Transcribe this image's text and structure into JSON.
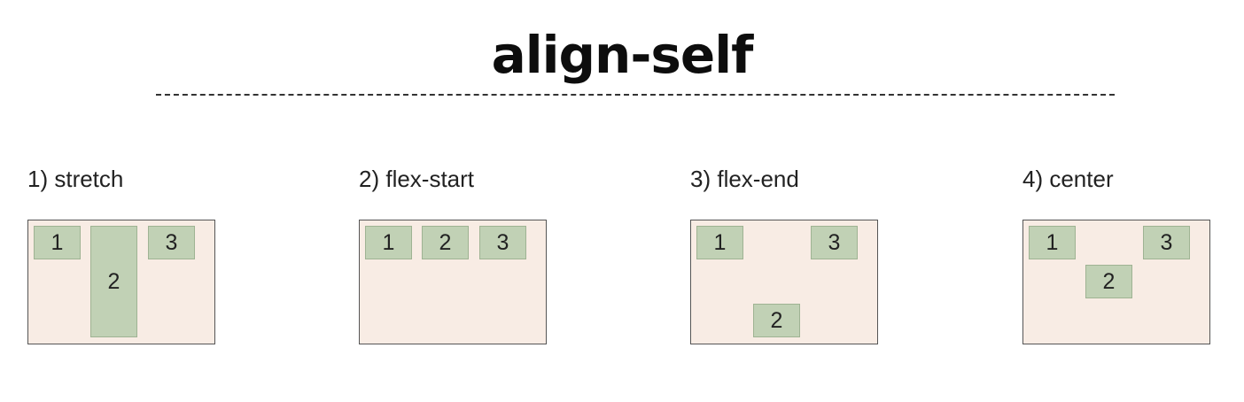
{
  "title": "align-self",
  "cases": [
    {
      "label": "1) stretch",
      "items": [
        {
          "text": "1",
          "align": "flex-start"
        },
        {
          "text": "2",
          "align": "stretch"
        },
        {
          "text": "3",
          "align": "flex-start"
        }
      ]
    },
    {
      "label": "2) flex-start",
      "items": [
        {
          "text": "1",
          "align": "flex-start"
        },
        {
          "text": "2",
          "align": "flex-start"
        },
        {
          "text": "3",
          "align": "flex-start"
        }
      ]
    },
    {
      "label": "3) flex-end",
      "items": [
        {
          "text": "1",
          "align": "flex-start"
        },
        {
          "text": "2",
          "align": "flex-end"
        },
        {
          "text": "3",
          "align": "flex-start"
        }
      ]
    },
    {
      "label": "4) center",
      "items": [
        {
          "text": "1",
          "align": "flex-start"
        },
        {
          "text": "2",
          "align": "center"
        },
        {
          "text": "3",
          "align": "flex-start"
        }
      ]
    }
  ],
  "colors": {
    "container_bg": "#f8ece4",
    "item_bg": "#c1d1b5",
    "border": "#555555"
  }
}
